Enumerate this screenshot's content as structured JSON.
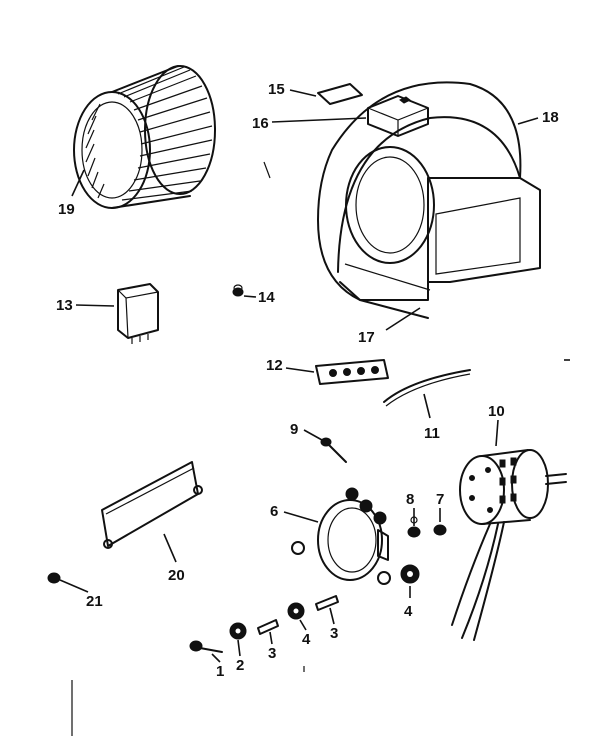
{
  "diagram": {
    "callouts": [
      {
        "id": "c1",
        "text": "1"
      },
      {
        "id": "c2",
        "text": "2"
      },
      {
        "id": "c3a",
        "text": "3"
      },
      {
        "id": "c3b",
        "text": "3"
      },
      {
        "id": "c4a",
        "text": "4"
      },
      {
        "id": "c4b",
        "text": "4"
      },
      {
        "id": "c6",
        "text": "6"
      },
      {
        "id": "c7",
        "text": "7"
      },
      {
        "id": "c8",
        "text": "8"
      },
      {
        "id": "c9",
        "text": "9"
      },
      {
        "id": "c10",
        "text": "10"
      },
      {
        "id": "c11",
        "text": "11"
      },
      {
        "id": "c12",
        "text": "12"
      },
      {
        "id": "c13",
        "text": "13"
      },
      {
        "id": "c14",
        "text": "14"
      },
      {
        "id": "c15",
        "text": "15"
      },
      {
        "id": "c16",
        "text": "16"
      },
      {
        "id": "c17",
        "text": "17"
      },
      {
        "id": "c18",
        "text": "18"
      },
      {
        "id": "c19",
        "text": "19"
      },
      {
        "id": "c20",
        "text": "20"
      },
      {
        "id": "c21",
        "text": "21"
      }
    ]
  }
}
